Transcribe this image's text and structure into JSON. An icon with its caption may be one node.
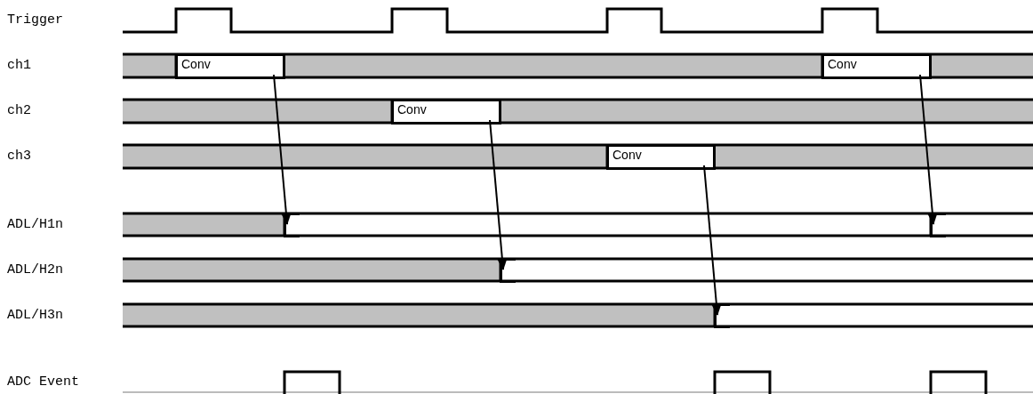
{
  "diagram": {
    "nodes": [
      {
        "text": [
          "Conv"
        ]
      },
      {
        "text": [
          "Conv"
        ]
      },
      {
        "text": [
          "Conv"
        ]
      },
      {
        "text": [
          "Conv"
        ]
      },
      {
        "text": [],
        "shape": "bar"
      },
      {
        "text": [],
        "shape": "bar"
      },
      {
        "text": [],
        "shape": "bar"
      },
      {
        "text": [],
        "shape": "bar"
      }
    ],
    "edges": [
      {
        "from": 0,
        "to": 4,
        "arrow": "to"
      },
      {
        "from": 2,
        "to": 6,
        "arrow": "to"
      },
      {
        "from": 3,
        "to": 7,
        "arrow": "to"
      },
      {
        "from": 1,
        "to": 5,
        "arrow": "to"
      }
    ],
    "labels": [
      "Trigger",
      "ch1",
      "ch2",
      "ch3",
      "ADL/H1n",
      "ADL/H2n",
      "ADL/H3n",
      "ADC Event"
    ]
  }
}
